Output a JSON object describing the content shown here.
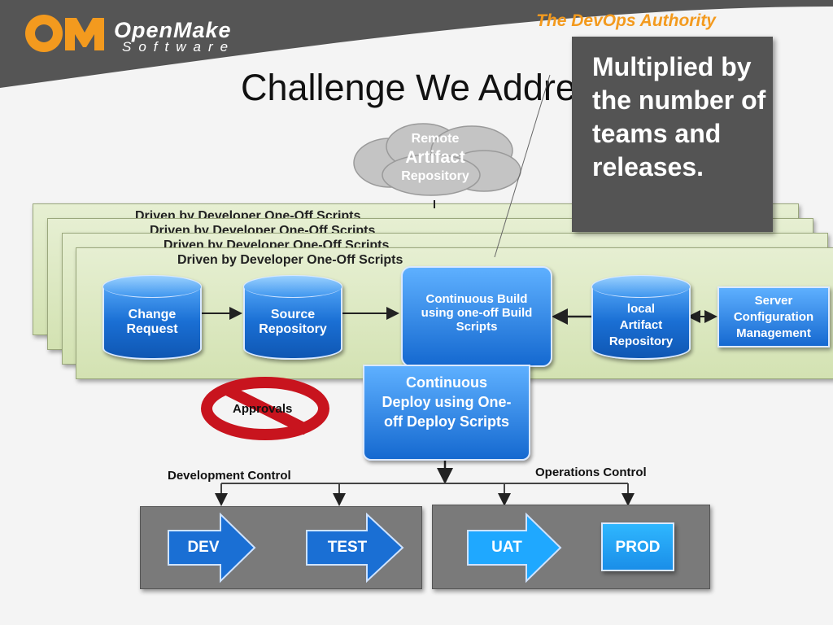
{
  "header": {
    "brand_line1": "OpenMake",
    "brand_line2": "Software",
    "tagline": "The DevOps Authority",
    "title": "Challenge We Address"
  },
  "callout": {
    "text": "Multiplied by the number of teams and releases."
  },
  "cloud": {
    "line1": "Remote",
    "line2": "Artifact",
    "line3": "Repository"
  },
  "panel_title": "Driven by Developer One-Off Scripts",
  "nodes": {
    "change_request": "Change Request",
    "source_repository": "Source Repository",
    "continuous_build": "Continuous Build using one-off Build Scripts",
    "local_repository": "local Artifact Repository",
    "server_config": "Server Configuration Management",
    "continuous_deploy": "Continuous Deploy using One-off Deploy Scripts"
  },
  "approvals": "Approvals",
  "controls": {
    "development": "Development Control",
    "operations": "Operations Control"
  },
  "environments": [
    "DEV",
    "TEST",
    "UAT",
    "PROD"
  ],
  "colors": {
    "accent_orange": "#f39a1e",
    "node_blue": "#1a6fd4",
    "callout_gray": "#545454"
  }
}
